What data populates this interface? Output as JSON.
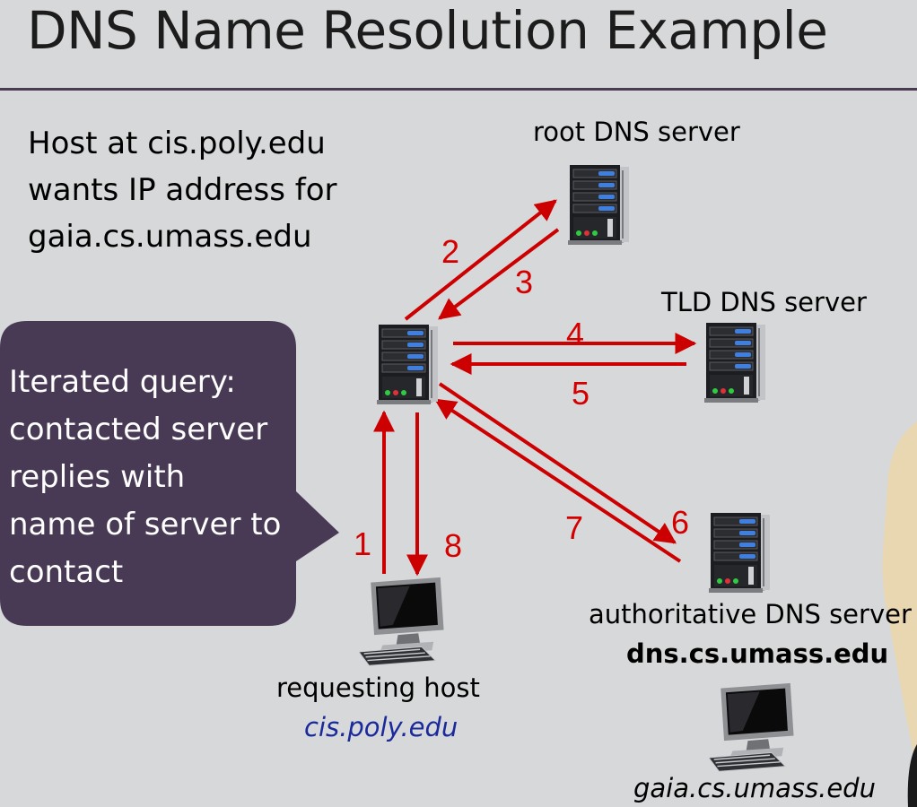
{
  "title": "DNS Name Resolution Example",
  "description": [
    "Host at cis.poly.edu",
    "wants IP address for",
    "gaia.cs.umass.edu"
  ],
  "callout": [
    "Iterated query:",
    "contacted server",
    "replies with",
    "name of server to",
    "contact"
  ],
  "labels": {
    "root_server": "root DNS server",
    "tld_server": "TLD DNS server",
    "authoritative_server": "authoritative DNS server",
    "authoritative_name": "dns.cs.umass.edu",
    "requesting_host": "requesting host",
    "requesting_host_name": "cis.poly.edu",
    "target_host_name": "gaia.cs.umass.edu"
  },
  "steps": [
    "1",
    "2",
    "3",
    "4",
    "5",
    "6",
    "7",
    "8"
  ],
  "colors": {
    "background": "#d7d8d9",
    "arrow": "#cc0000",
    "callout": "#483a55",
    "rule": "#4a3c50",
    "host_name": "#1a2a9c"
  },
  "icons": [
    "server-icon",
    "computer-icon"
  ]
}
